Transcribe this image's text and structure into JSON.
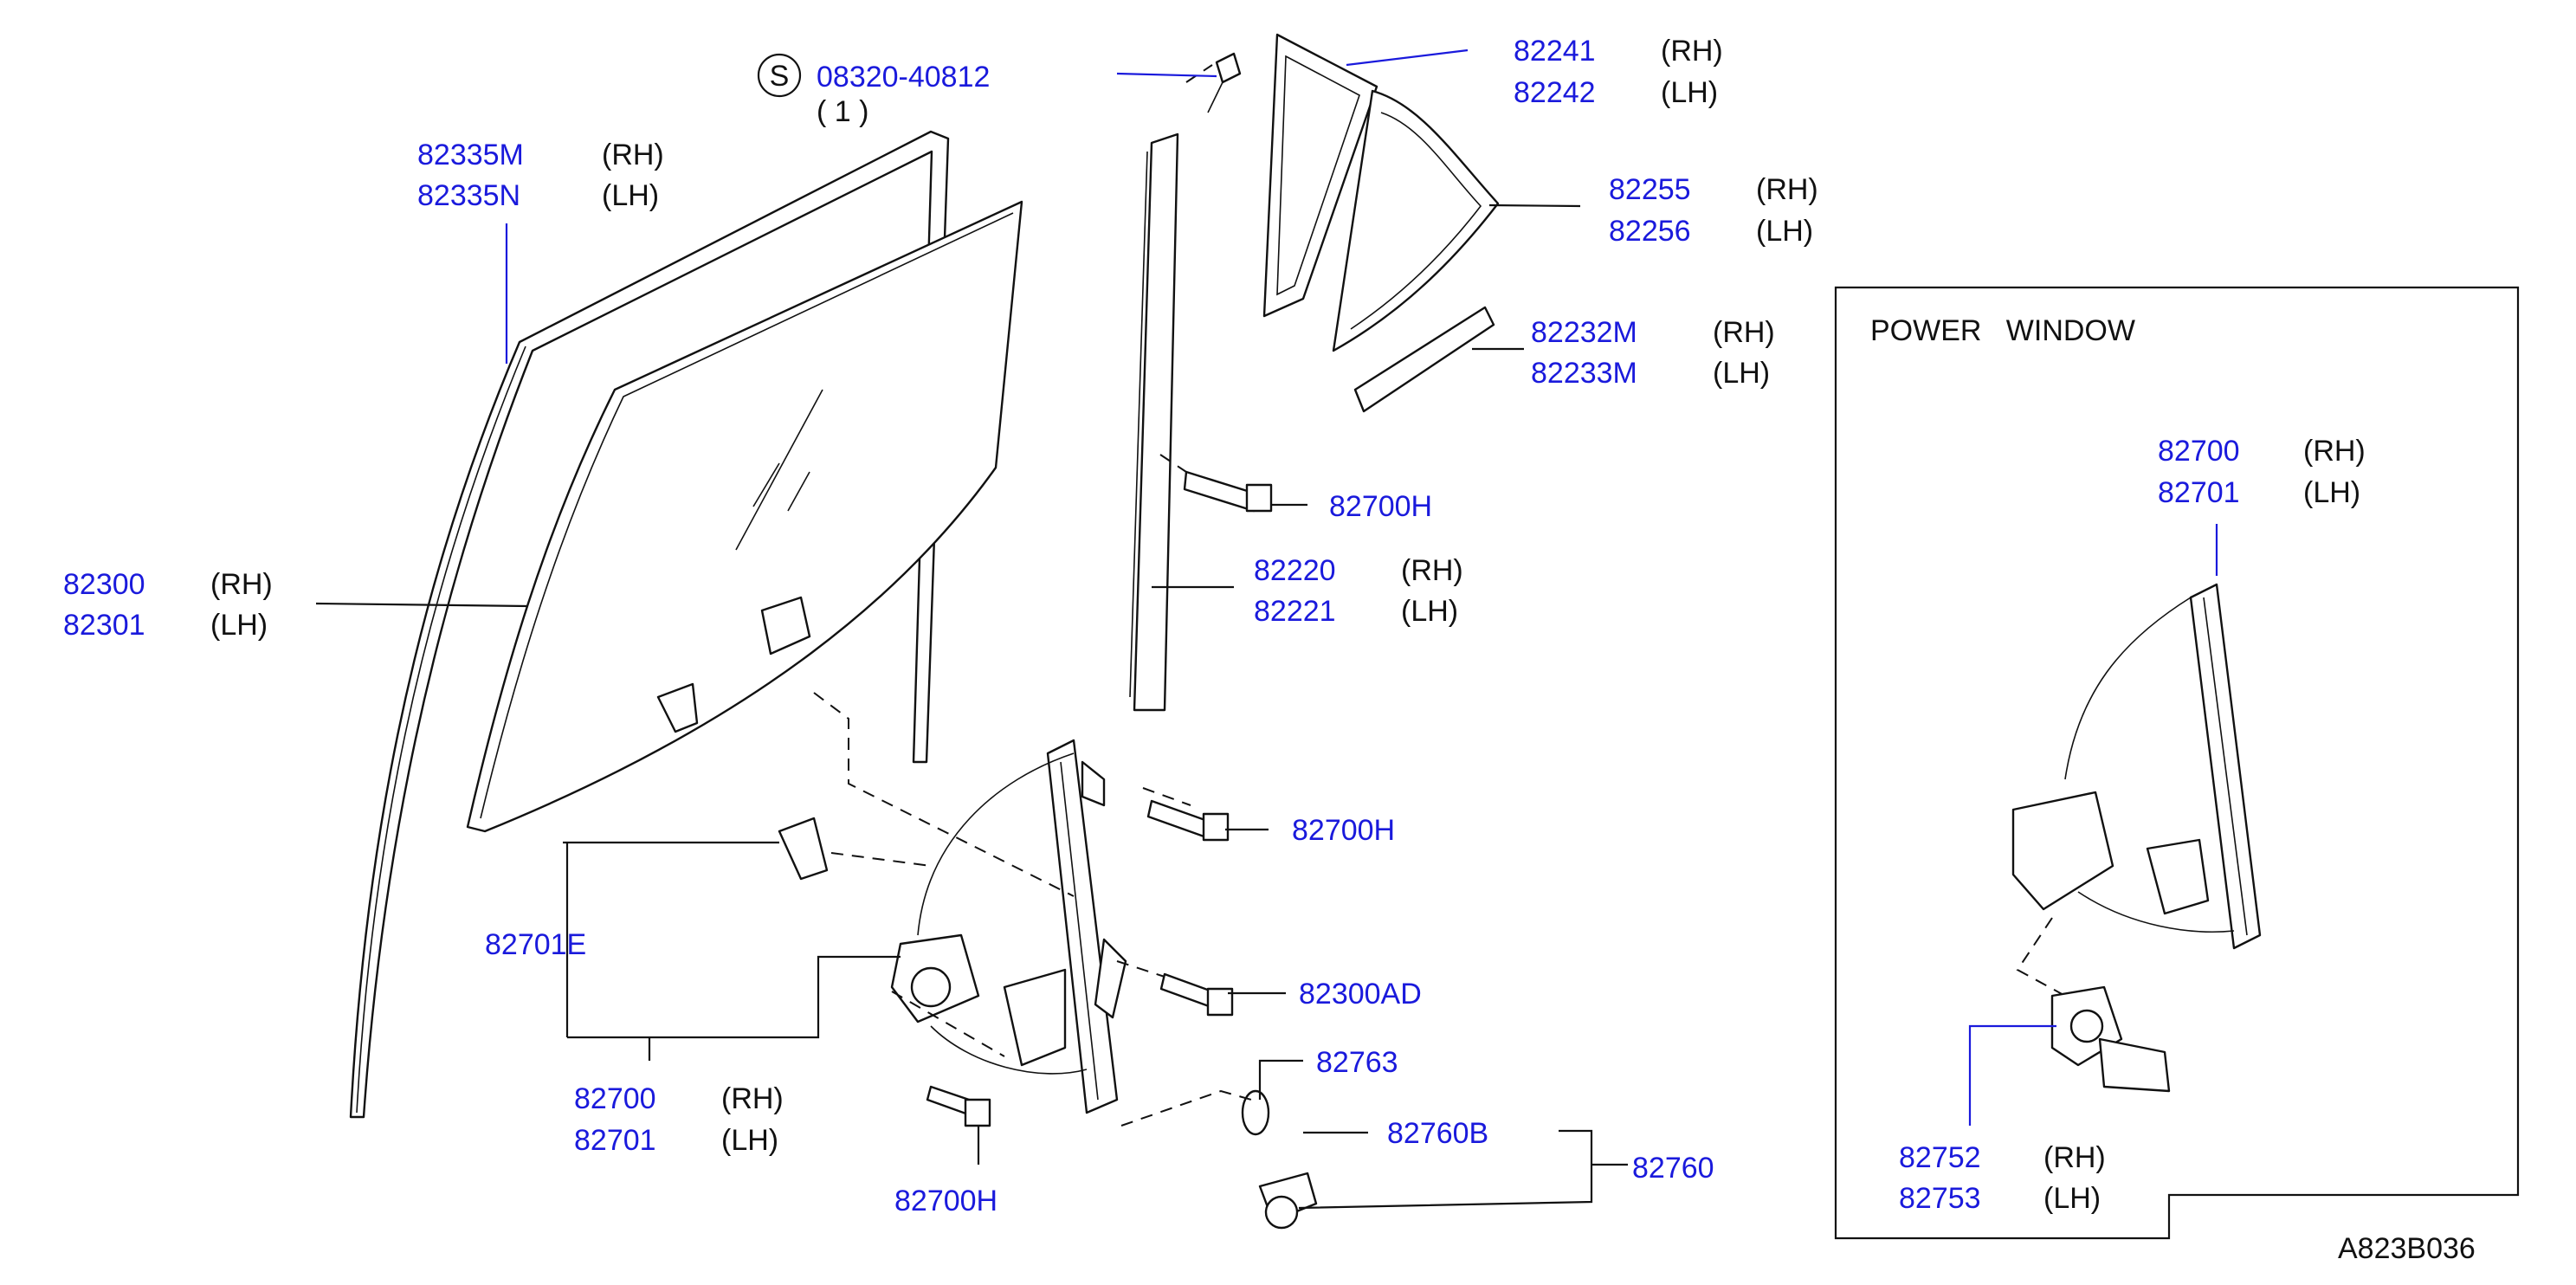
{
  "labels": {
    "screw_number": "08320-40812",
    "screw_symbol": "S",
    "screw_qty": "( 1 )",
    "sash_rh": "82335M",
    "sash_lh": "82335N",
    "glass_rh": "82300",
    "glass_lh": "82301",
    "partition_rh": "82241",
    "partition_lh": "82242",
    "quarter_rh": "82255",
    "quarter_lh": "82256",
    "moulding_rh": "82232M",
    "moulding_lh": "82233M",
    "bolt_top": "82700H",
    "channel_rh": "82220",
    "channel_lh": "82221",
    "bolt_mid": "82700H",
    "clip": "82701E",
    "bolt_ad": "82300AD",
    "washer": "82763",
    "regulator_rh": "82700",
    "regulator_lh": "82701",
    "clip_b": "82760B",
    "handle": "82760",
    "bolt_bottom": "82700H",
    "pw_title": "POWER   WINDOW",
    "pw_regulator_rh": "82700",
    "pw_regulator_lh": "82701",
    "pw_motor_rh": "82752",
    "pw_motor_lh": "82753",
    "rh": "(RH)",
    "lh": "(LH)",
    "drawing_id": "A823B036"
  },
  "colors": {
    "part_number": "#1a1adc",
    "line": "#111111",
    "background": "#ffffff"
  }
}
